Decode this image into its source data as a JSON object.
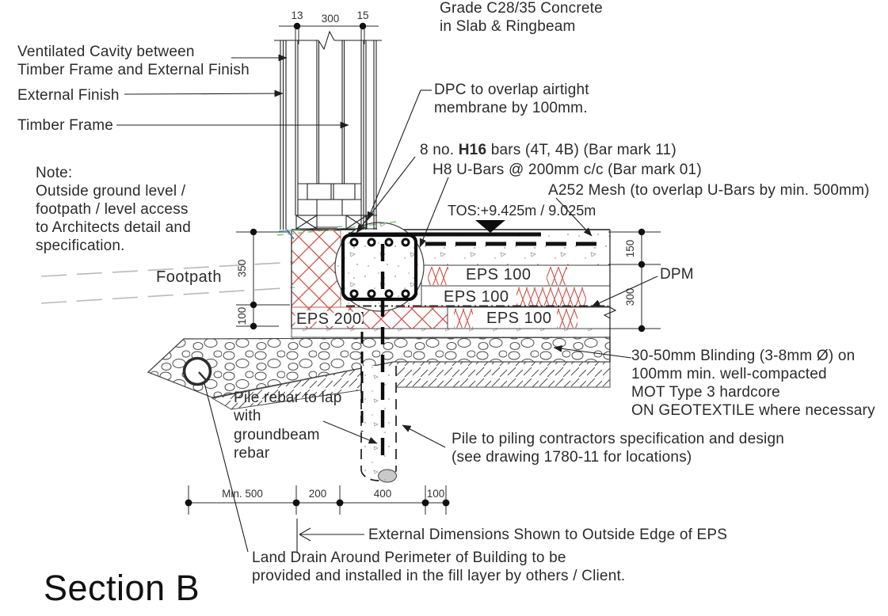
{
  "drawing": {
    "title": "Section B",
    "labels": {
      "concrete_grade_1": "Grade C28/35 Concrete",
      "concrete_grade_2": "in Slab & Ringbeam",
      "vent_cavity_1": "Ventilated Cavity between",
      "vent_cavity_2": "Timber Frame and External Finish",
      "external_finish": "External Finish",
      "timber_frame": "Timber Frame",
      "dpc_1": "DPC to overlap airtight",
      "dpc_2": "membrane by 100mm.",
      "h16_prefix": "8 no. ",
      "h16_bold": "H16",
      "h16_suffix": " bars (4T, 4B) (Bar mark 11)",
      "h8_ubars": "H8 U-Bars @ 200mm c/c (Bar mark 01)",
      "a252_mesh": "A252 Mesh (to overlap U-Bars by min. 500mm)",
      "tos_level": "TOS:+9.425m / 9.025m",
      "note_1": "Note:",
      "note_2": "Outside ground level /",
      "note_3": "footpath / level access",
      "note_4": "to Architects detail and",
      "note_5": "specification.",
      "footpath": "Footpath",
      "dpm": "DPM",
      "eps200": "EPS 200",
      "eps100_top": "EPS 100",
      "eps100_mid": "EPS 100",
      "eps100_bottom": "EPS 100",
      "blinding_1": "30-50mm Blinding (3-8mm Ø) on",
      "blinding_2": "100mm min. well-compacted",
      "blinding_3": "MOT Type 3 hardcore",
      "blinding_4": "ON GEOTEXTILE where necessary",
      "pile_rebar_1": "Pile rebar to lap",
      "pile_rebar_2": "with",
      "pile_rebar_3": "groundbeam",
      "pile_rebar_4": "rebar",
      "pile_spec_1": "Pile to piling contractors specification and design",
      "pile_spec_2": "(see drawing 1780-11 for locations)",
      "external_dims": "External Dimensions Shown to Outside Edge of EPS",
      "land_drain_1": "Land Drain Around Perimeter of Building to be",
      "land_drain_2": "provided and installed in the fill layer by others / Client."
    },
    "dimensions": {
      "top_left": "13",
      "top_span": "300",
      "top_right": "15",
      "left_upper": "350",
      "left_lower": "100",
      "right_upper": "150",
      "right_lower": "300",
      "bottom_1": "Min. 500",
      "bottom_2": "200",
      "bottom_3": "400",
      "bottom_4": "100"
    },
    "colors": {
      "eps_hatch_red": "#cf5349",
      "line_black": "#1f1f1f",
      "footpath_gray": "#b3b3b3",
      "dpc_green": "#7cc47c",
      "dpc_teal": "#4fb8ab",
      "membrane_blue": "#5a6fd0"
    }
  }
}
